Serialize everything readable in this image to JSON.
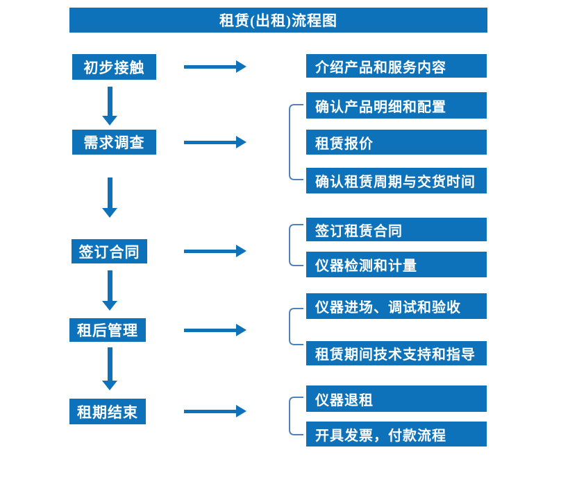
{
  "title": "租赁(出租)流程图",
  "colors": {
    "primary_blue": "#0d72b9",
    "bracket_blue": "#4f81bd",
    "text_white": "#ffffff",
    "background": "#ffffff"
  },
  "stages": [
    {
      "label": "初步接触",
      "outputs": [
        "介绍产品和服务内容"
      ]
    },
    {
      "label": "需求调查",
      "outputs": [
        "确认产品明细和配置",
        "租赁报价",
        "确认租赁周期与交货时间"
      ]
    },
    {
      "label": "签订合同",
      "outputs": [
        "签订租赁合同",
        "仪器检测和计量"
      ]
    },
    {
      "label": "租后管理",
      "outputs": [
        "仪器进场、调试和验收",
        "租赁期间技术支持和指导"
      ]
    },
    {
      "label": "租期结束",
      "outputs": [
        "仪器退租",
        "开具发票，付款流程"
      ]
    }
  ]
}
